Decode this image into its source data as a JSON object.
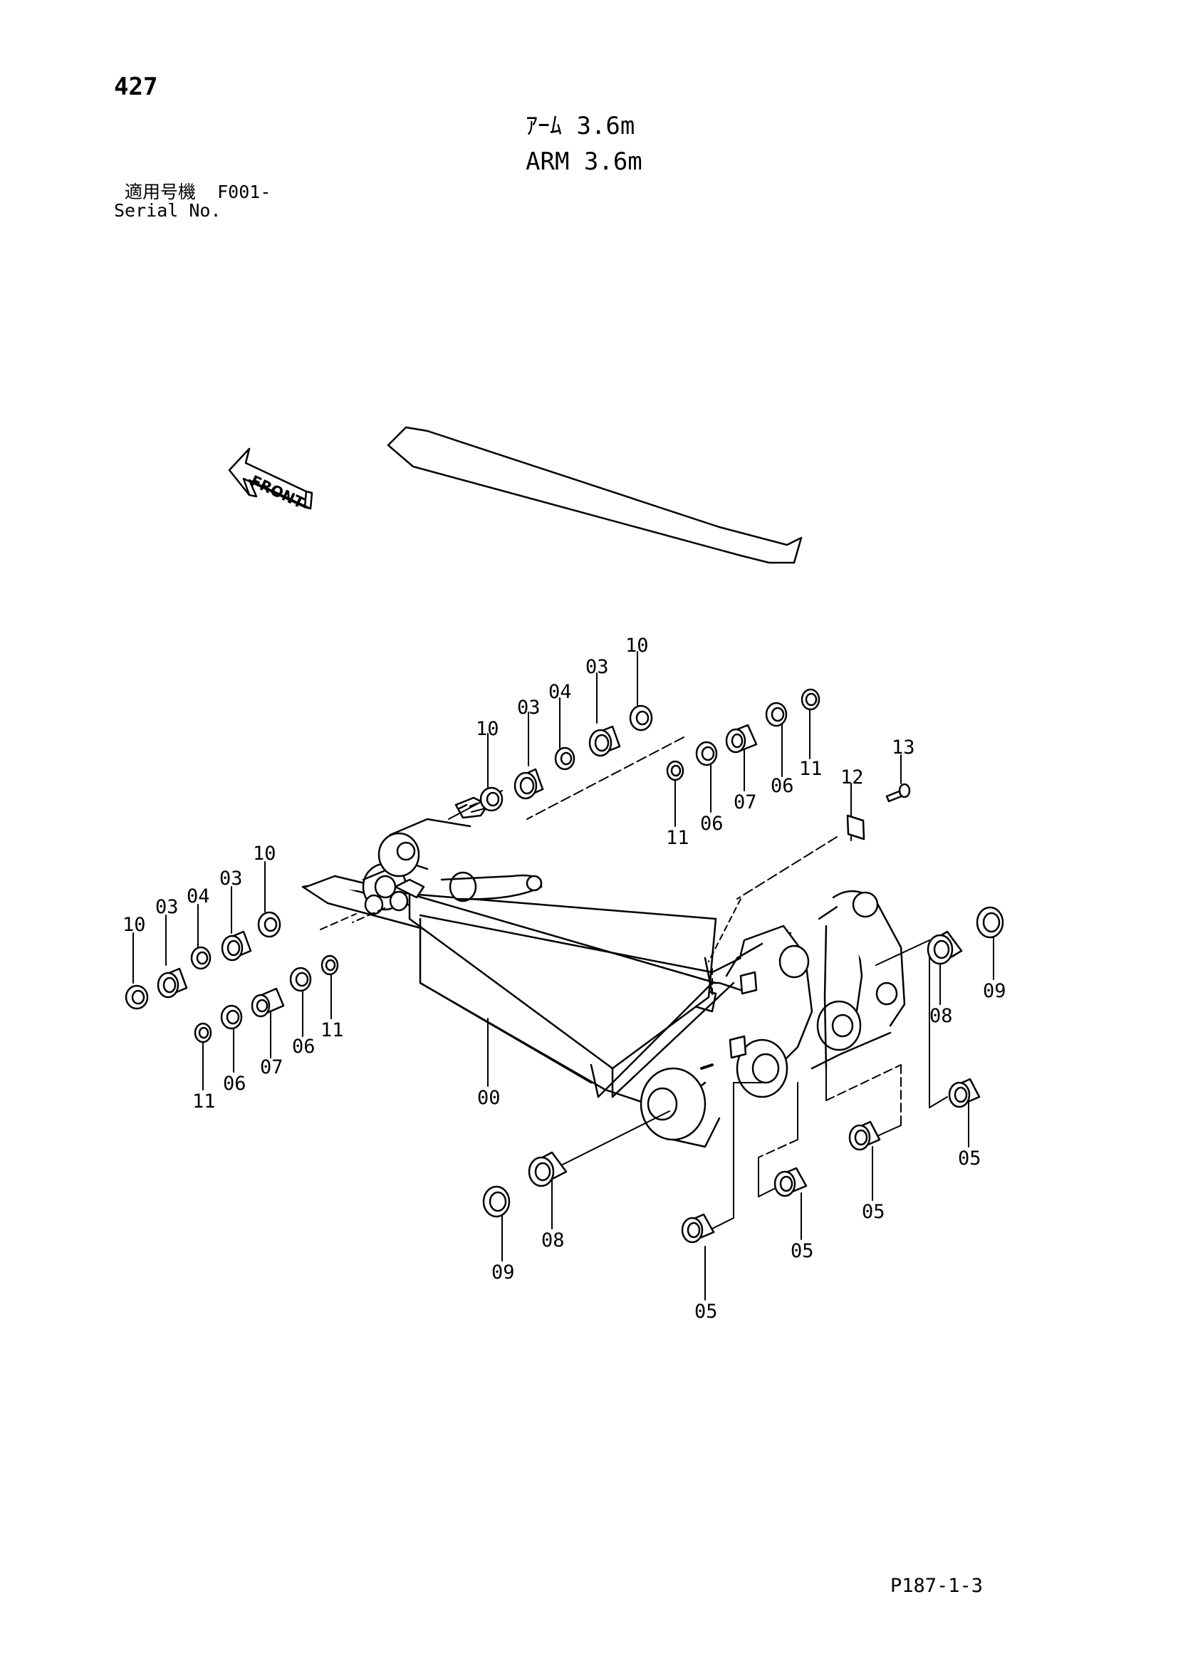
{
  "page_number": "427",
  "title_jp": "ｱｰﾑ 3.6m",
  "title_en": "ARM 3.6m",
  "serial_label_jp": "適用号機",
  "serial_value": "F001-",
  "serial_label_en": "Serial No.",
  "front_label": "FRONT",
  "drawing_code": "P187-1-3",
  "callouts": {
    "c10_top": "10",
    "c03_top_b": "03",
    "c04_top": "04",
    "c03_top_a": "03",
    "c10_top_b": "10",
    "c11_top_r": "11",
    "c06_top_r": "06",
    "c07_top_r": "07",
    "c11_top_b": "11",
    "c13": "13",
    "c12": "12",
    "c10_left": "10",
    "c03_left_b": "03",
    "c04_left": "04",
    "c03_left_a": "03",
    "c10_left_b": "10",
    "c11_left": "11",
    "c06_left": "06",
    "c07_left": "07",
    "c06_left_b": "06",
    "c11_left_b": "11",
    "c00": "00",
    "c08_right": "08",
    "c09_right": "09",
    "c05_right": "05",
    "c09_bottom": "09",
    "c08_bottom": "08",
    "c05_b1": "05",
    "c05_b2": "05",
    "c05_b3": "05"
  }
}
